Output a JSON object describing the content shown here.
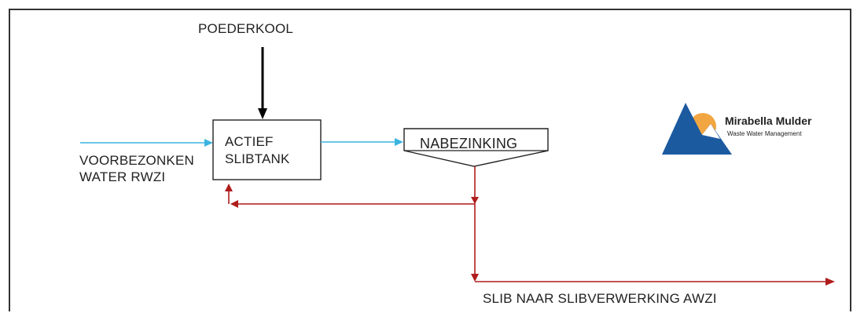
{
  "inputs": {
    "powder_label": "POEDERKOOL",
    "influent_line1": "VOORBEZONKEN",
    "influent_line2": "WATER RWZI"
  },
  "units": {
    "tank_line1": "ACTIEF",
    "tank_line2": "SLIBTANK",
    "clarifier": "NABEZINKING"
  },
  "outputs": {
    "sludge_label": "SLIB NAAR SLIBVERWERKING AWZI"
  },
  "logo": {
    "name": "Mirabella Mulder",
    "tagline": "Waste Water Management"
  },
  "colors": {
    "water_flow": "#3ab4e0",
    "sludge_flow": "#b01c1c",
    "powder_flow": "#000000",
    "logo_mountain": "#1c5aa0",
    "logo_sun": "#f2a641"
  }
}
